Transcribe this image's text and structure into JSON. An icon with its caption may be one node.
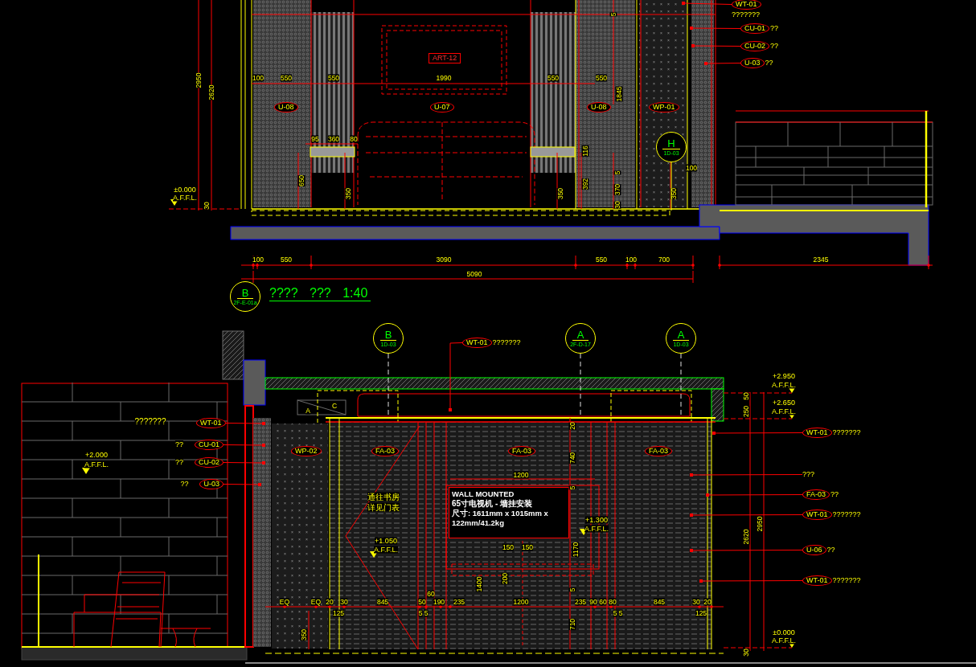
{
  "diagram": {
    "title": "???? ??? 1:40",
    "nodes": [
      {
        "text": [
          "ART-12"
        ]
      },
      {
        "text": [
          "U-08"
        ]
      },
      {
        "text": [
          "U-07"
        ]
      },
      {
        "text": [
          "U-08"
        ]
      },
      {
        "text": [
          "WP-01"
        ]
      },
      {
        "text": [
          "WT-01"
        ],
        "beside": [
          "???????"
        ]
      },
      {
        "text": [
          "CU-01"
        ],
        "beside": [
          "??"
        ]
      },
      {
        "text": [
          "CU-02"
        ],
        "beside": [
          "??"
        ]
      },
      {
        "text": [
          "U-03"
        ],
        "beside": [
          "??"
        ]
      },
      {
        "text": [
          "H",
          "1D-03"
        ]
      },
      {
        "text": [
          "B",
          "2F-E-01a"
        ]
      },
      {
        "text": [
          "B",
          "1D-03"
        ]
      },
      {
        "text": [
          "A",
          "2F-D-17"
        ]
      },
      {
        "text": [
          "A",
          "1D-03"
        ]
      },
      {
        "text": [
          "WT-01"
        ],
        "beside": [
          "???????"
        ]
      },
      {
        "text": [
          "WT-01"
        ]
      },
      {
        "text": [
          "CU-01"
        ],
        "beside": [
          "??"
        ]
      },
      {
        "text": [
          "CU-02"
        ],
        "beside": [
          "??"
        ]
      },
      {
        "text": [
          "U-03"
        ],
        "beside": [
          "??"
        ]
      },
      {
        "text": [
          "WP-02"
        ]
      },
      {
        "text": [
          "FA-03"
        ]
      },
      {
        "text": [
          "FA-03"
        ]
      },
      {
        "text": [
          "FA-03"
        ]
      },
      {
        "text": [
          "WALL MOUNTED",
          "65寸电视机 - 墙挂安装",
          "尺寸: 1611mm x 1015mm x 122mm/41.2kg"
        ]
      },
      {
        "text": [
          "WT-01"
        ],
        "beside": [
          "???????"
        ]
      },
      {
        "text": [
          "???"
        ]
      },
      {
        "text": [
          "FA-03"
        ],
        "beside": [
          "??"
        ]
      },
      {
        "text": [
          "WT-01"
        ],
        "beside": [
          "???????"
        ]
      },
      {
        "text": [
          "U-06"
        ],
        "beside": [
          "??"
        ]
      },
      {
        "text": [
          "WT-01"
        ],
        "beside": [
          "???????"
        ]
      }
    ],
    "edges": [
      {
        "from": 5,
        "to": null,
        "arrow": "other"
      },
      {
        "from": 6,
        "to": null,
        "arrow": "other"
      },
      {
        "from": 7,
        "to": null,
        "arrow": "other"
      },
      {
        "from": 8,
        "to": null,
        "arrow": "other"
      },
      {
        "from": 14,
        "to": null,
        "arrow": "other"
      },
      {
        "from": 15,
        "to": null,
        "arrow": "other"
      },
      {
        "from": 16,
        "to": null,
        "arrow": "other"
      },
      {
        "from": 17,
        "to": null,
        "arrow": "other"
      },
      {
        "from": 18,
        "to": null,
        "arrow": "other"
      },
      {
        "from": 24,
        "to": null,
        "arrow": "other"
      },
      {
        "from": 25,
        "to": null,
        "arrow": "other"
      },
      {
        "from": 26,
        "to": null,
        "arrow": "other"
      },
      {
        "from": 27,
        "to": null,
        "arrow": "other"
      },
      {
        "from": 28,
        "to": null,
        "arrow": "other"
      },
      {
        "from": 29,
        "to": null,
        "arrow": "other"
      },
      {
        "from": 11,
        "to": null,
        "arrow": "none",
        "style": "dashed",
        "color": "#e0e0e0"
      },
      {
        "from": 12,
        "to": null,
        "arrow": "none",
        "style": "dashed",
        "color": "#e0e0e0"
      },
      {
        "from": 13,
        "to": null,
        "arrow": "none",
        "style": "dashed",
        "color": "#e0e0e0"
      },
      {
        "from": 9,
        "to": null,
        "arrow": "none",
        "color": "#ffff00"
      }
    ],
    "labels": [
      "2950",
      "2620",
      "100",
      "550",
      "550",
      "1990",
      "550",
      "550",
      "5",
      "1845",
      "95",
      "360",
      "80",
      "116",
      "650",
      "350",
      "350",
      "392",
      "5",
      "370",
      "350",
      "100",
      "±0.000",
      "A.F.F.L.",
      "30",
      "30",
      "100",
      "550",
      "3090",
      "550",
      "100",
      "700",
      "2345",
      "5090",
      "A",
      "C",
      "+2.950",
      "A.F.F.L.",
      "50",
      "250",
      "+2.650",
      "A.F.F.L.",
      "20",
      "+2.000",
      "A.F.F.L.",
      "740",
      "1200",
      "5",
      "通往书房",
      "详见门表",
      "+1.300",
      "A.F.F.L.",
      "2950",
      "2620",
      "+1.050",
      "A.F.F.L.",
      "150",
      "150",
      "1170",
      "200",
      "1400",
      "5",
      "60",
      "EQ",
      "EQ",
      "20",
      "30",
      "845",
      "50",
      "190",
      "235",
      "1200",
      "235",
      "90",
      "60",
      "80",
      "845",
      "30",
      "20",
      "125",
      "5",
      "5",
      "5",
      "5",
      "125",
      "350",
      "710",
      "±0.000",
      "A.F.F.L.",
      "30",
      "???????"
    ]
  }
}
